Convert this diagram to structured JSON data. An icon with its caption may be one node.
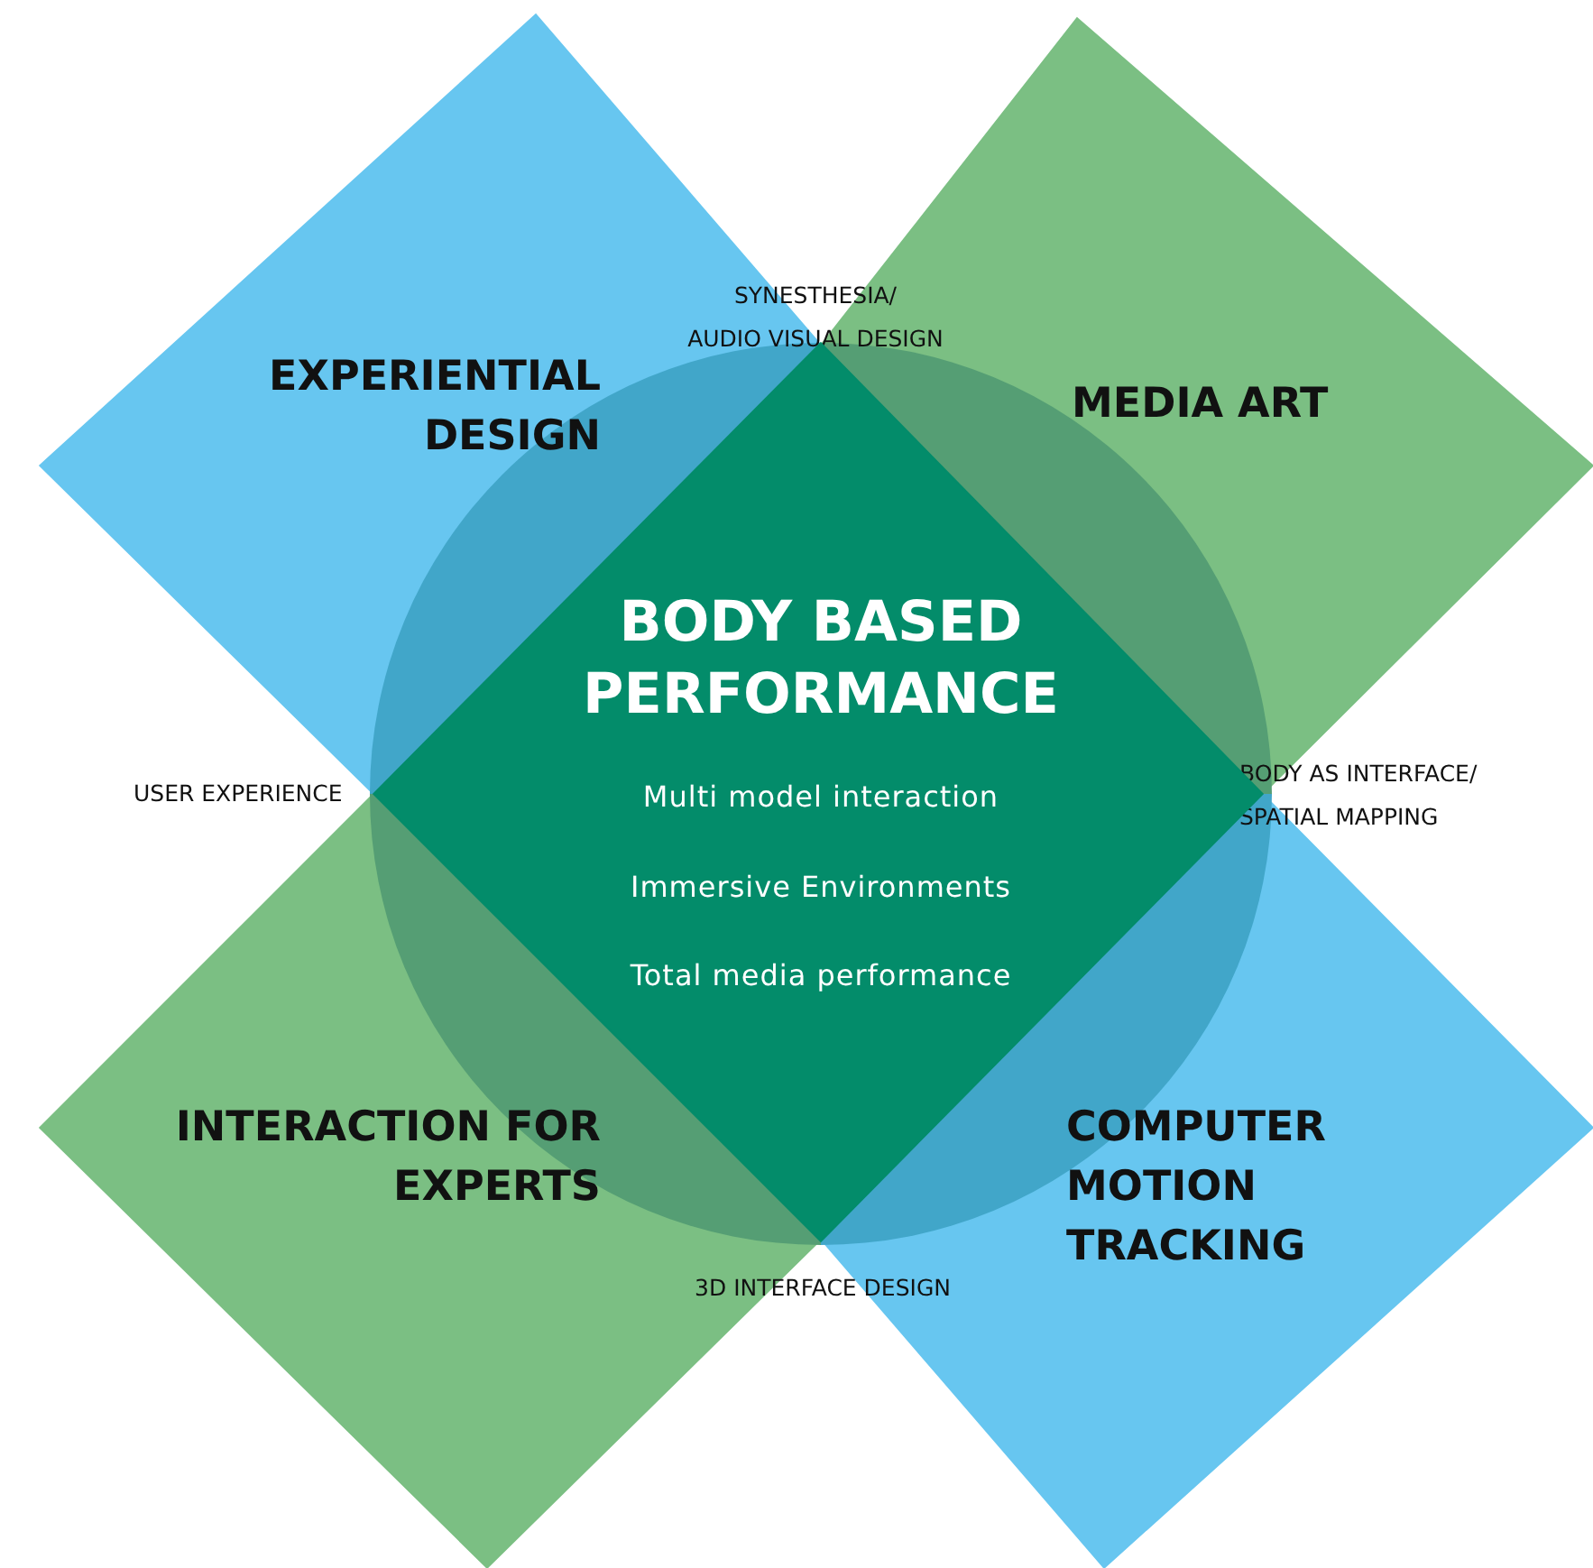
{
  "diagram": {
    "nodes": [
      {
        "text": [
          "EXPERIENTIAL DESIGN"
        ]
      },
      {
        "text": [
          "MEDIA ART"
        ]
      },
      {
        "text": [
          "INTERACTION FOR EXPERTS"
        ]
      },
      {
        "text": [
          "COMPUTER MOTION TRACKING"
        ]
      },
      {
        "text": [
          "BODY BASED PERFORMANCE",
          "Multi model interaction",
          "Immersive Environments",
          "Total media performance"
        ]
      }
    ],
    "edges": [],
    "labels": [
      "SYNESTHESIA/ AUDIO VISUAL DESIGN",
      "USER EXPERIENCE",
      "BODY AS INTERFACE/ SPATIAL MAPPING",
      "3D INTERFACE DESIGN"
    ]
  }
}
